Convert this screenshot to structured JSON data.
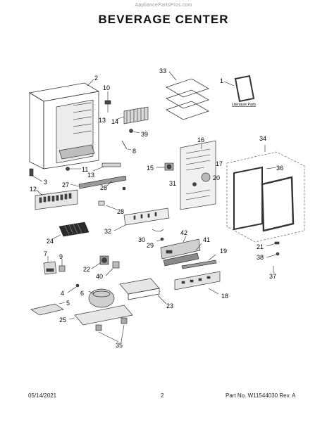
{
  "header": {
    "watermark": "AppliancePartsPros.com",
    "title": "BEVERAGE CENTER"
  },
  "footer": {
    "date": "05/14/2021",
    "page": "2",
    "part_info": "Part No. W11544030  Rev. A"
  },
  "literature_label": "Literature Parts",
  "callouts": [
    "1",
    "2",
    "3",
    "4",
    "5",
    "6",
    "7",
    "8",
    "9",
    "10",
    "11",
    "12",
    "13",
    "13",
    "14",
    "15",
    "16",
    "17",
    "18",
    "19",
    "20",
    "21",
    "22",
    "23",
    "24",
    "25",
    "26",
    "27",
    "28",
    "29",
    "30",
    "31",
    "32",
    "33",
    "34",
    "35",
    "36",
    "37",
    "38",
    "39",
    "40",
    "41",
    "42"
  ]
}
